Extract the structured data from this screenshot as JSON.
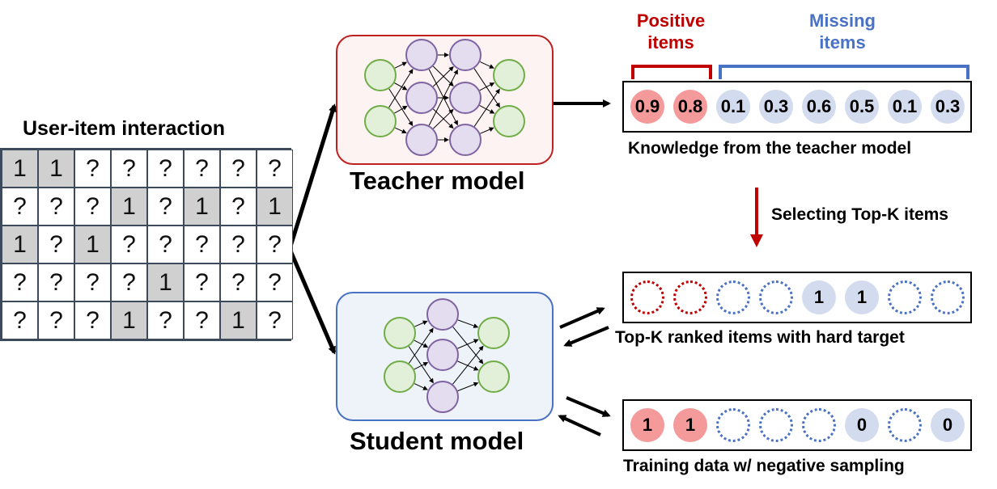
{
  "matrix": {
    "title": "User-item interaction",
    "rows": [
      [
        "1",
        "1",
        "?",
        "?",
        "?",
        "?",
        "?",
        "?"
      ],
      [
        "?",
        "?",
        "?",
        "1",
        "?",
        "1",
        "?",
        "1"
      ],
      [
        "1",
        "?",
        "1",
        "?",
        "?",
        "?",
        "?",
        "?"
      ],
      [
        "?",
        "?",
        "?",
        "?",
        "1",
        "?",
        "?",
        "?"
      ],
      [
        "?",
        "?",
        "?",
        "1",
        "?",
        "?",
        "1",
        "?"
      ]
    ]
  },
  "teacher": {
    "label": "Teacher model",
    "bg": "#fef3f3",
    "border": "#c02020"
  },
  "student": {
    "label": "Student model",
    "bg": "#eef3fa",
    "border": "#4a72c4"
  },
  "headers": {
    "positive": "Positive\nitems",
    "missing": "Missing\nitems"
  },
  "rows": {
    "knowledge": {
      "caption": "Knowledge from the teacher model",
      "items": [
        {
          "value": "0.9",
          "kind": "pos-fill"
        },
        {
          "value": "0.8",
          "kind": "pos-fill"
        },
        {
          "value": "0.1",
          "kind": "miss-fill"
        },
        {
          "value": "0.3",
          "kind": "miss-fill"
        },
        {
          "value": "0.6",
          "kind": "miss-fill"
        },
        {
          "value": "0.5",
          "kind": "miss-fill"
        },
        {
          "value": "0.1",
          "kind": "miss-fill"
        },
        {
          "value": "0.3",
          "kind": "miss-fill"
        }
      ]
    },
    "selecting": {
      "caption": "Selecting Top-K items"
    },
    "topk": {
      "caption": "Top-K ranked items with hard target",
      "items": [
        {
          "value": "",
          "kind": "pos-dot"
        },
        {
          "value": "",
          "kind": "pos-dot"
        },
        {
          "value": "",
          "kind": "miss-dot"
        },
        {
          "value": "",
          "kind": "miss-dot"
        },
        {
          "value": "1",
          "kind": "miss-fill"
        },
        {
          "value": "1",
          "kind": "miss-fill"
        },
        {
          "value": "",
          "kind": "miss-dot"
        },
        {
          "value": "",
          "kind": "miss-dot"
        }
      ]
    },
    "training": {
      "caption": "Training data w/ negative sampling",
      "items": [
        {
          "value": "1",
          "kind": "pos-fill"
        },
        {
          "value": "1",
          "kind": "pos-fill"
        },
        {
          "value": "",
          "kind": "miss-dot"
        },
        {
          "value": "",
          "kind": "miss-dot"
        },
        {
          "value": "",
          "kind": "miss-dot"
        },
        {
          "value": "0",
          "kind": "miss-fill"
        },
        {
          "value": "",
          "kind": "miss-dot"
        },
        {
          "value": "0",
          "kind": "miss-fill"
        }
      ]
    }
  },
  "colors": {
    "node_green_fill": "#e2efd9",
    "node_green_stroke": "#70ad47",
    "node_purple_fill": "#e4dcef",
    "node_purple_stroke": "#8064a2",
    "select_arrow": "#c00000",
    "positive_bracket": "#c00000",
    "missing_bracket": "#4a72c4"
  }
}
